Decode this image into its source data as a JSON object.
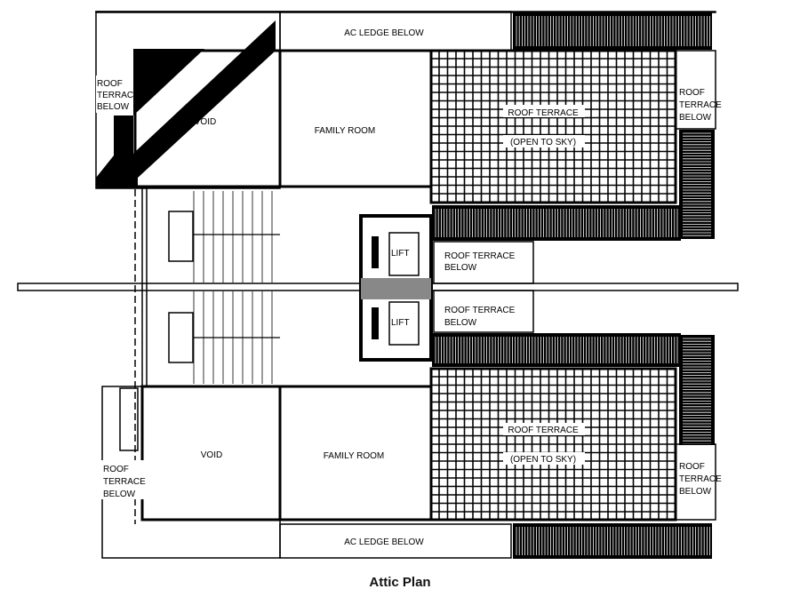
{
  "plan": {
    "caption": "Attic Plan",
    "labels": {
      "ac_ledge_top": "AC LEDGE BELOW",
      "ac_ledge_bottom": "AC LEDGE BELOW",
      "void_top": "VOID",
      "void_bottom": "VOID",
      "family_room_top": "FAMILY ROOM",
      "family_room_bottom": "FAMILY ROOM",
      "roof_terrace_line1": "ROOF TERRACE",
      "roof_terrace_line2": "(OPEN TO SKY)",
      "lift": "LIFT",
      "roof": "ROOF",
      "terrace": "TERRACE",
      "below": "BELOW",
      "roof_terrace": "ROOF TERRACE"
    }
  }
}
